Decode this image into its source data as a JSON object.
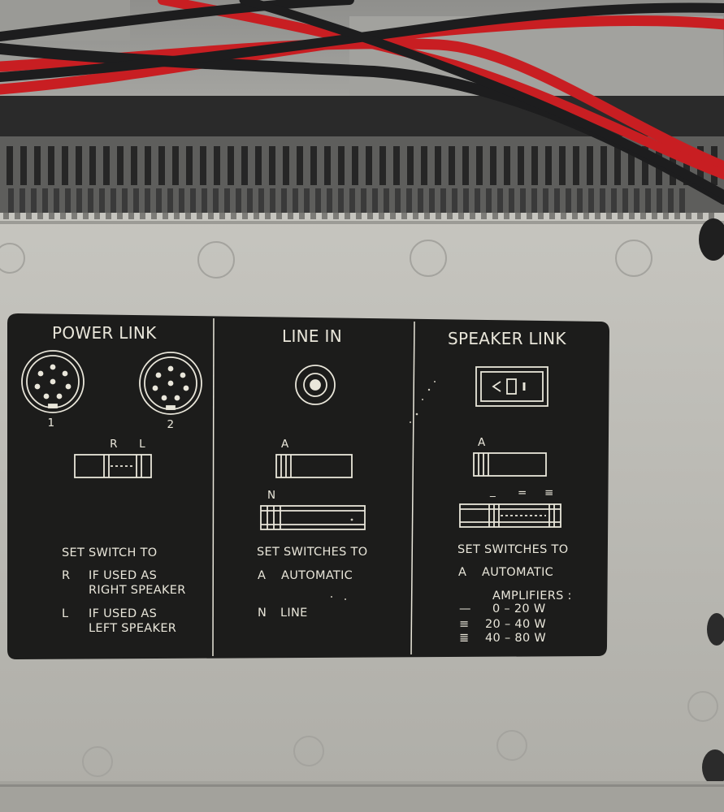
{
  "power_link": {
    "title": "POWER LINK",
    "socket_labels": [
      "1",
      "2"
    ],
    "switch_labels": [
      "R",
      "L"
    ],
    "instruction": "SET SWITCH TO",
    "options": [
      {
        "key": "R",
        "line1": "IF USED AS",
        "line2": "RIGHT SPEAKER"
      },
      {
        "key": "L",
        "line1": "IF USED AS",
        "line2": "LEFT SPEAKER"
      }
    ]
  },
  "line_in": {
    "title": "LINE IN",
    "switch_labels": [
      "A",
      "N"
    ],
    "instruction": "SET SWITCHES TO",
    "options": [
      {
        "key": "A",
        "text": "AUTOMATIC"
      },
      {
        "key": "N",
        "text": "LINE"
      }
    ]
  },
  "speaker_link": {
    "title": "SPEAKER LINK",
    "switch_label": "A",
    "level_marks": [
      "_",
      "=",
      "≡"
    ],
    "instruction": "SET SWITCHES TO",
    "option": {
      "key": "A",
      "text": "AUTOMATIC"
    },
    "amplifiers_label": "AMPLIFIERS :",
    "amplifier_ranges": [
      {
        "mark": "—",
        "range": "0 – 20  W"
      },
      {
        "mark": "≡",
        "range": "20 – 40  W"
      },
      {
        "mark": "≣",
        "range": "40 – 80  W"
      }
    ]
  },
  "colors": {
    "panel": "#bab9b3",
    "label_plate": "#1c1c1b",
    "label_ink": "#e9e6da",
    "cable_red": "#c81e22",
    "cable_black": "#1d1d1e"
  }
}
